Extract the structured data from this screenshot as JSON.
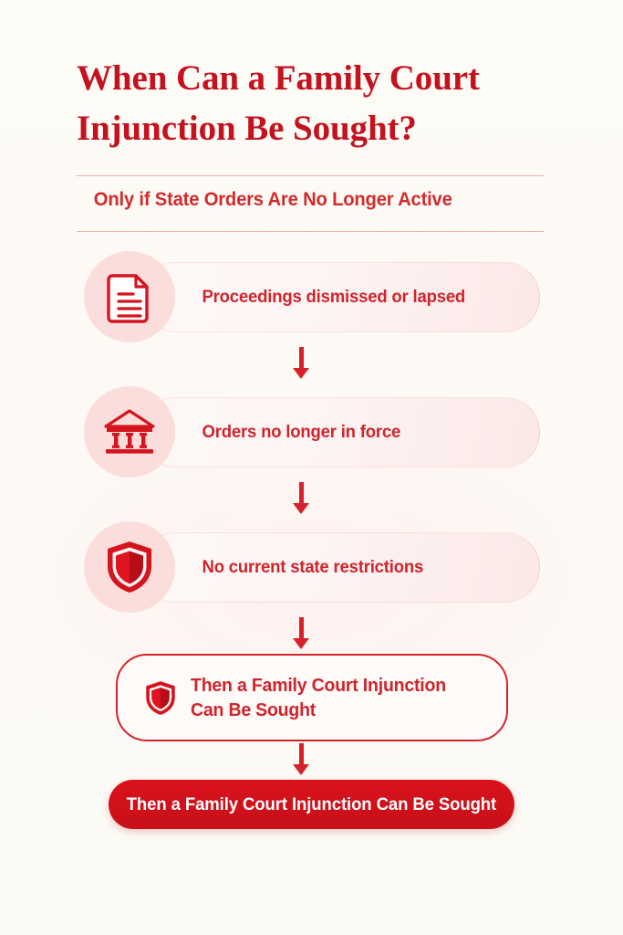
{
  "header": {
    "title": "When Can a  Family Court\nInjunction Be Sought?",
    "subtitle": "Only if State Orders Are No Longer Active"
  },
  "colors": {
    "background": "#FDFBF7",
    "primary_red": "#C4121F",
    "text_red": "#D0242C",
    "arrow_red": "#D6202A",
    "icon_circle": "#FBDEDC",
    "rule": "#EEB0B0",
    "cta_background": "#D0121C",
    "cta_text": "#FFFFFF"
  },
  "flow": {
    "steps": [
      {
        "icon": "document-icon",
        "label": "Proceedings dismissed or lapsed"
      },
      {
        "icon": "courthouse-icon",
        "label": "Orders no longer in force"
      },
      {
        "icon": "shield-icon",
        "label": "No current state restrictions"
      }
    ],
    "outcome_card": {
      "icon": "shield-icon",
      "label": "Then a Family Court Injunction\nCan Be Sought"
    },
    "cta": {
      "label": "Then a Family Court Injunction Can Be Sought"
    },
    "connector": {
      "style": "dotted-down-arrow"
    }
  }
}
